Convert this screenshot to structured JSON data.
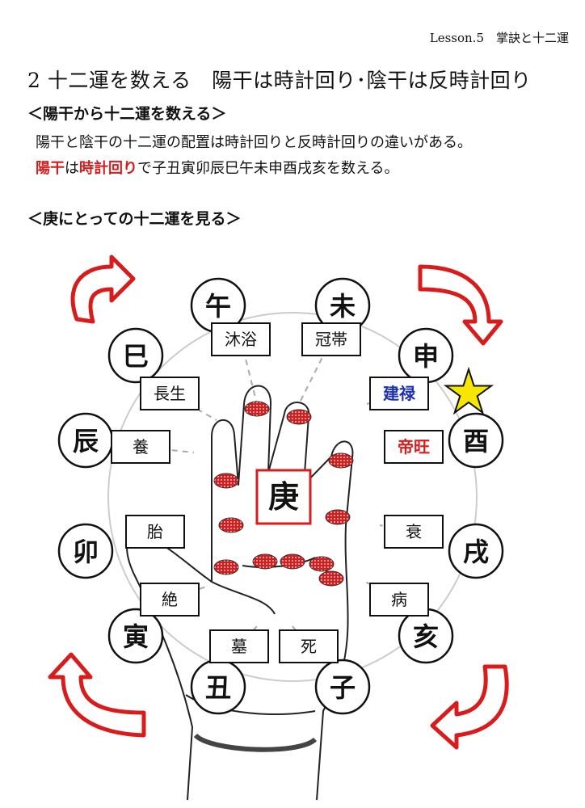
{
  "header": {
    "lesson": "Lesson.5　掌訣と十二運"
  },
  "title": "2 十二運を数える　陽干は時計回り･陰干は反時計回り",
  "section1": {
    "heading": "＜陽干から十二運を数える＞",
    "line1": "陽干と陰干の十二運の配置は時計回りと反時計回りの違いがある。",
    "line2_a": "陽干",
    "line2_b": "は",
    "line2_c": "時計回り",
    "line2_d": "で子丑寅卯辰巳午未申酉戌亥を数える。"
  },
  "section2": {
    "heading": "＜庚にとっての十二運を見る＞"
  },
  "diagram": {
    "center_stem": "庚",
    "earthly_branches": [
      "午",
      "未",
      "申",
      "酉",
      "戌",
      "亥",
      "子",
      "丑",
      "寅",
      "卯",
      "辰",
      "巳"
    ],
    "stages": [
      "沐浴",
      "冠帯",
      "建禄",
      "帝旺",
      "衰",
      "病",
      "死",
      "墓",
      "絶",
      "胎",
      "養",
      "長生"
    ],
    "highlight_blue": "建禄",
    "highlight_red": "帝旺",
    "colors": {
      "red": "#d81c1c",
      "blue": "#1c2fb0",
      "star": "#f7e600",
      "circle": "#cccccc"
    }
  }
}
